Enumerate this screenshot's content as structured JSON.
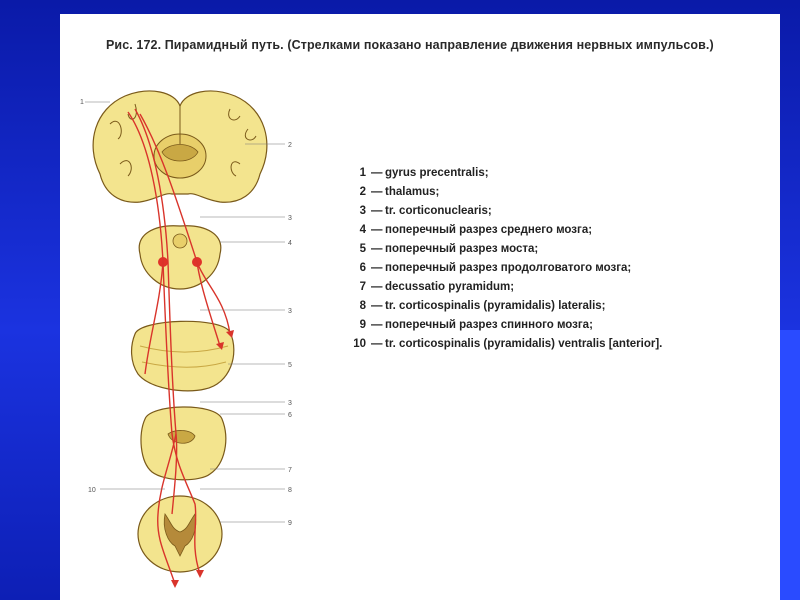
{
  "caption": "Рис. 172. Пирамидный путь. (Стрелками показано направление движения нервных импульсов.)",
  "legend": [
    {
      "num": "1",
      "text": "gyrus precentralis;"
    },
    {
      "num": "2",
      "text": "thalamus;"
    },
    {
      "num": "3",
      "text": "tr. corticonuclearis;"
    },
    {
      "num": "4",
      "text": "поперечный разрез среднего мозга;"
    },
    {
      "num": "5",
      "text": "поперечный разрез моста;"
    },
    {
      "num": "6",
      "text": "поперечный разрез продолговатого мозга;"
    },
    {
      "num": "7",
      "text": "decussatio pyramidum;"
    },
    {
      "num": "8",
      "text": "tr. corticospinalis (pyramidalis) lateralis;"
    },
    {
      "num": "9",
      "text": "поперечный разрез спинного мозга;"
    },
    {
      "num": "10",
      "text": "tr. corticospinalis (pyramidalis) ventralis [anterior]."
    }
  ],
  "figure_labels": {
    "l1": "1",
    "l2": "2",
    "l3a": "3",
    "l4": "4",
    "l3b": "3",
    "l5": "5",
    "l3c": "3",
    "l6": "6",
    "l7": "7",
    "l8": "8",
    "l10": "10",
    "l9": "9"
  },
  "colors": {
    "tissue": "#f3e48e",
    "outline": "#7a5a1a",
    "tract": "#d9342b",
    "grey": "#8a6a2a"
  }
}
